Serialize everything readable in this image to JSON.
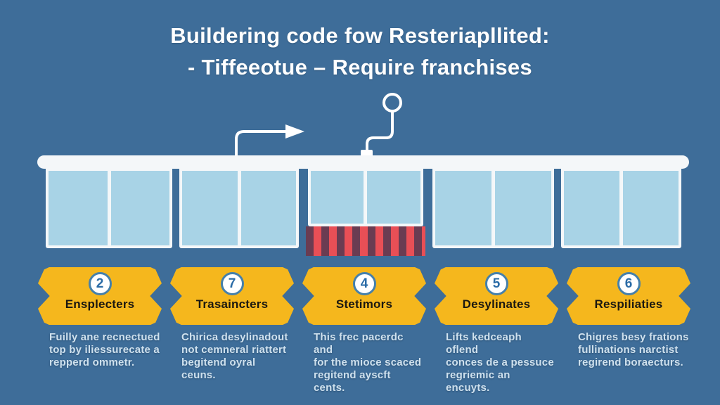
{
  "title": {
    "line1": "Buildering code fow Resteriapllited:",
    "line2": "- Tiffeeotue – Require franchises"
  },
  "diagram": {
    "icons": [
      "flow-arrow-icon",
      "location-pin-icon"
    ],
    "roof_bar": "white horizontal bar",
    "panel_groups": 5,
    "awning": "red striped awning under middle group"
  },
  "cards": [
    {
      "number": "2",
      "label": "Ensplecters",
      "desc": "Fuilly ane recnectued\ntop by iliessurecate a\nrepperd ommetr."
    },
    {
      "number": "7",
      "label": "Trasaincters",
      "desc": "Chirica desylinadout\nnot cemneral riattert\nbegitend oyral ceuns."
    },
    {
      "number": "4",
      "label": "Stetimors",
      "desc": "This frec pacerdc and\nfor the mioce scaced\nregitend ayscft cents."
    },
    {
      "number": "5",
      "label": "Desylinates",
      "desc": "Lifts kedceaph oflend\nconces de a pessuce\nregriemic an encuyts."
    },
    {
      "number": "6",
      "label": "Respiliaties",
      "desc": "Chigres besy frations\nfullinations narctist\nregirend boraecturs."
    }
  ],
  "colors": {
    "bg": "#3e6d99",
    "bar": "#f4f7f9",
    "panel": "#a8d3e6",
    "badge": "#f5b71d",
    "stripe_red": "#e84f56",
    "stripe_dark": "#6a3c52",
    "num_blue": "#2a6ba6",
    "ring_blue": "#4580ab",
    "label_dark": "#1b1810",
    "desc_text": "#cfe1ee",
    "title_white": "#ffffff"
  }
}
